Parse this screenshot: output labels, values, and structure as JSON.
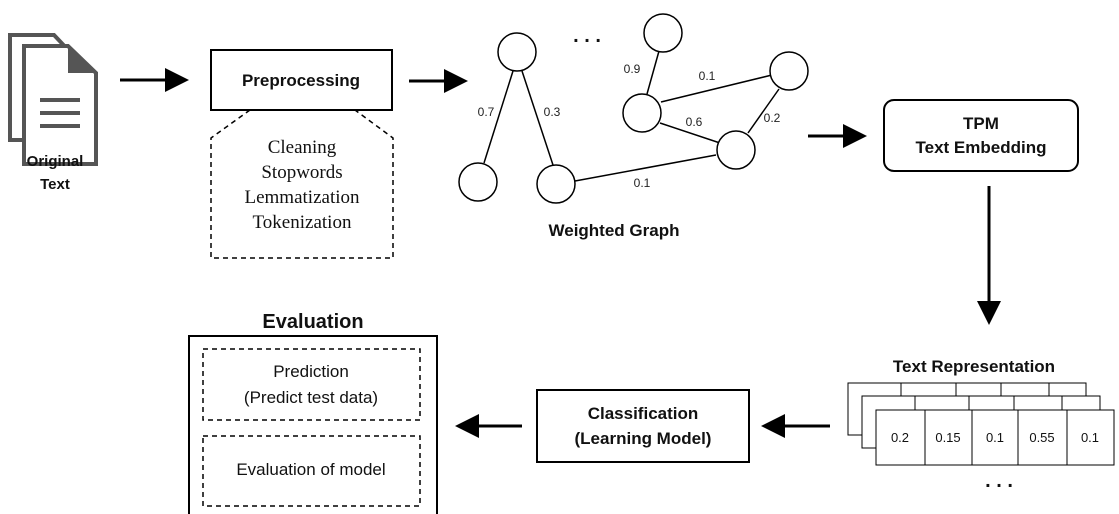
{
  "original_text": {
    "line1": "Original",
    "line2": "Text"
  },
  "preprocessing": {
    "title": "Preprocessing",
    "steps": [
      "Cleaning",
      "Stopwords",
      "Lemmatization",
      "Tokenization"
    ]
  },
  "graph": {
    "label": "Weighted Graph",
    "ellipsis": ". . .",
    "weights": {
      "top_left": "0.7",
      "top_right": "0.3",
      "upper": "0.9",
      "upper_right": "0.1",
      "middle": "0.6",
      "right": "0.2",
      "bottom": "0.1"
    }
  },
  "tpm": {
    "line1": "TPM",
    "line2": "Text Embedding"
  },
  "text_representation": {
    "label": "Text Representation",
    "values": [
      "0.2",
      "0.15",
      "0.1",
      "0.55",
      "0.1"
    ],
    "ellipsis": ". . ."
  },
  "classification": {
    "line1": "Classification",
    "line2": "(Learning Model)"
  },
  "evaluation": {
    "title": "Evaluation",
    "prediction_line1": "Prediction",
    "prediction_line2": "(Predict test data)",
    "model_eval": "Evaluation of model"
  }
}
